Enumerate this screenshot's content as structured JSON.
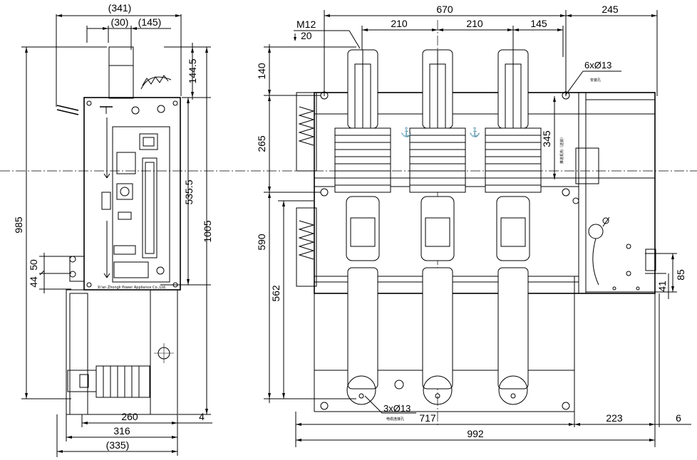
{
  "side_view": {
    "dims": {
      "top_width": "(341)",
      "offset_30": "(30)",
      "offset_145": "(145)",
      "h_144_5": "144.5",
      "h_535_5": "535.5",
      "h_1005": "1005",
      "h_985": "985",
      "h_50": "50",
      "h_44": "44",
      "w_260": "260",
      "w_4": "4",
      "w_316": "316",
      "w_335": "(335)"
    },
    "nameplate": "Xi'an Zhongli Power Appliance Co.,Ltd."
  },
  "front_view": {
    "dims": {
      "w_670": "670",
      "w_245": "245",
      "w_210_a": "210",
      "w_210_b": "210",
      "w_145": "145",
      "thread": "M12",
      "thread_depth": "20",
      "h_140": "140",
      "h_265": "265",
      "h_590": "590",
      "h_562": "562",
      "h_345": "345",
      "h_85": "85",
      "h_41": "41",
      "w_717": "717",
      "w_223": "223",
      "w_6": "6",
      "w_992": "992"
    },
    "notes": {
      "holes_top": "6xØ13",
      "holes_top_sub": "安装孔",
      "holes_bottom": "3xØ13",
      "holes_bottom_sub": "电缆连接孔",
      "rail_note": "推进机构（选装）"
    }
  }
}
